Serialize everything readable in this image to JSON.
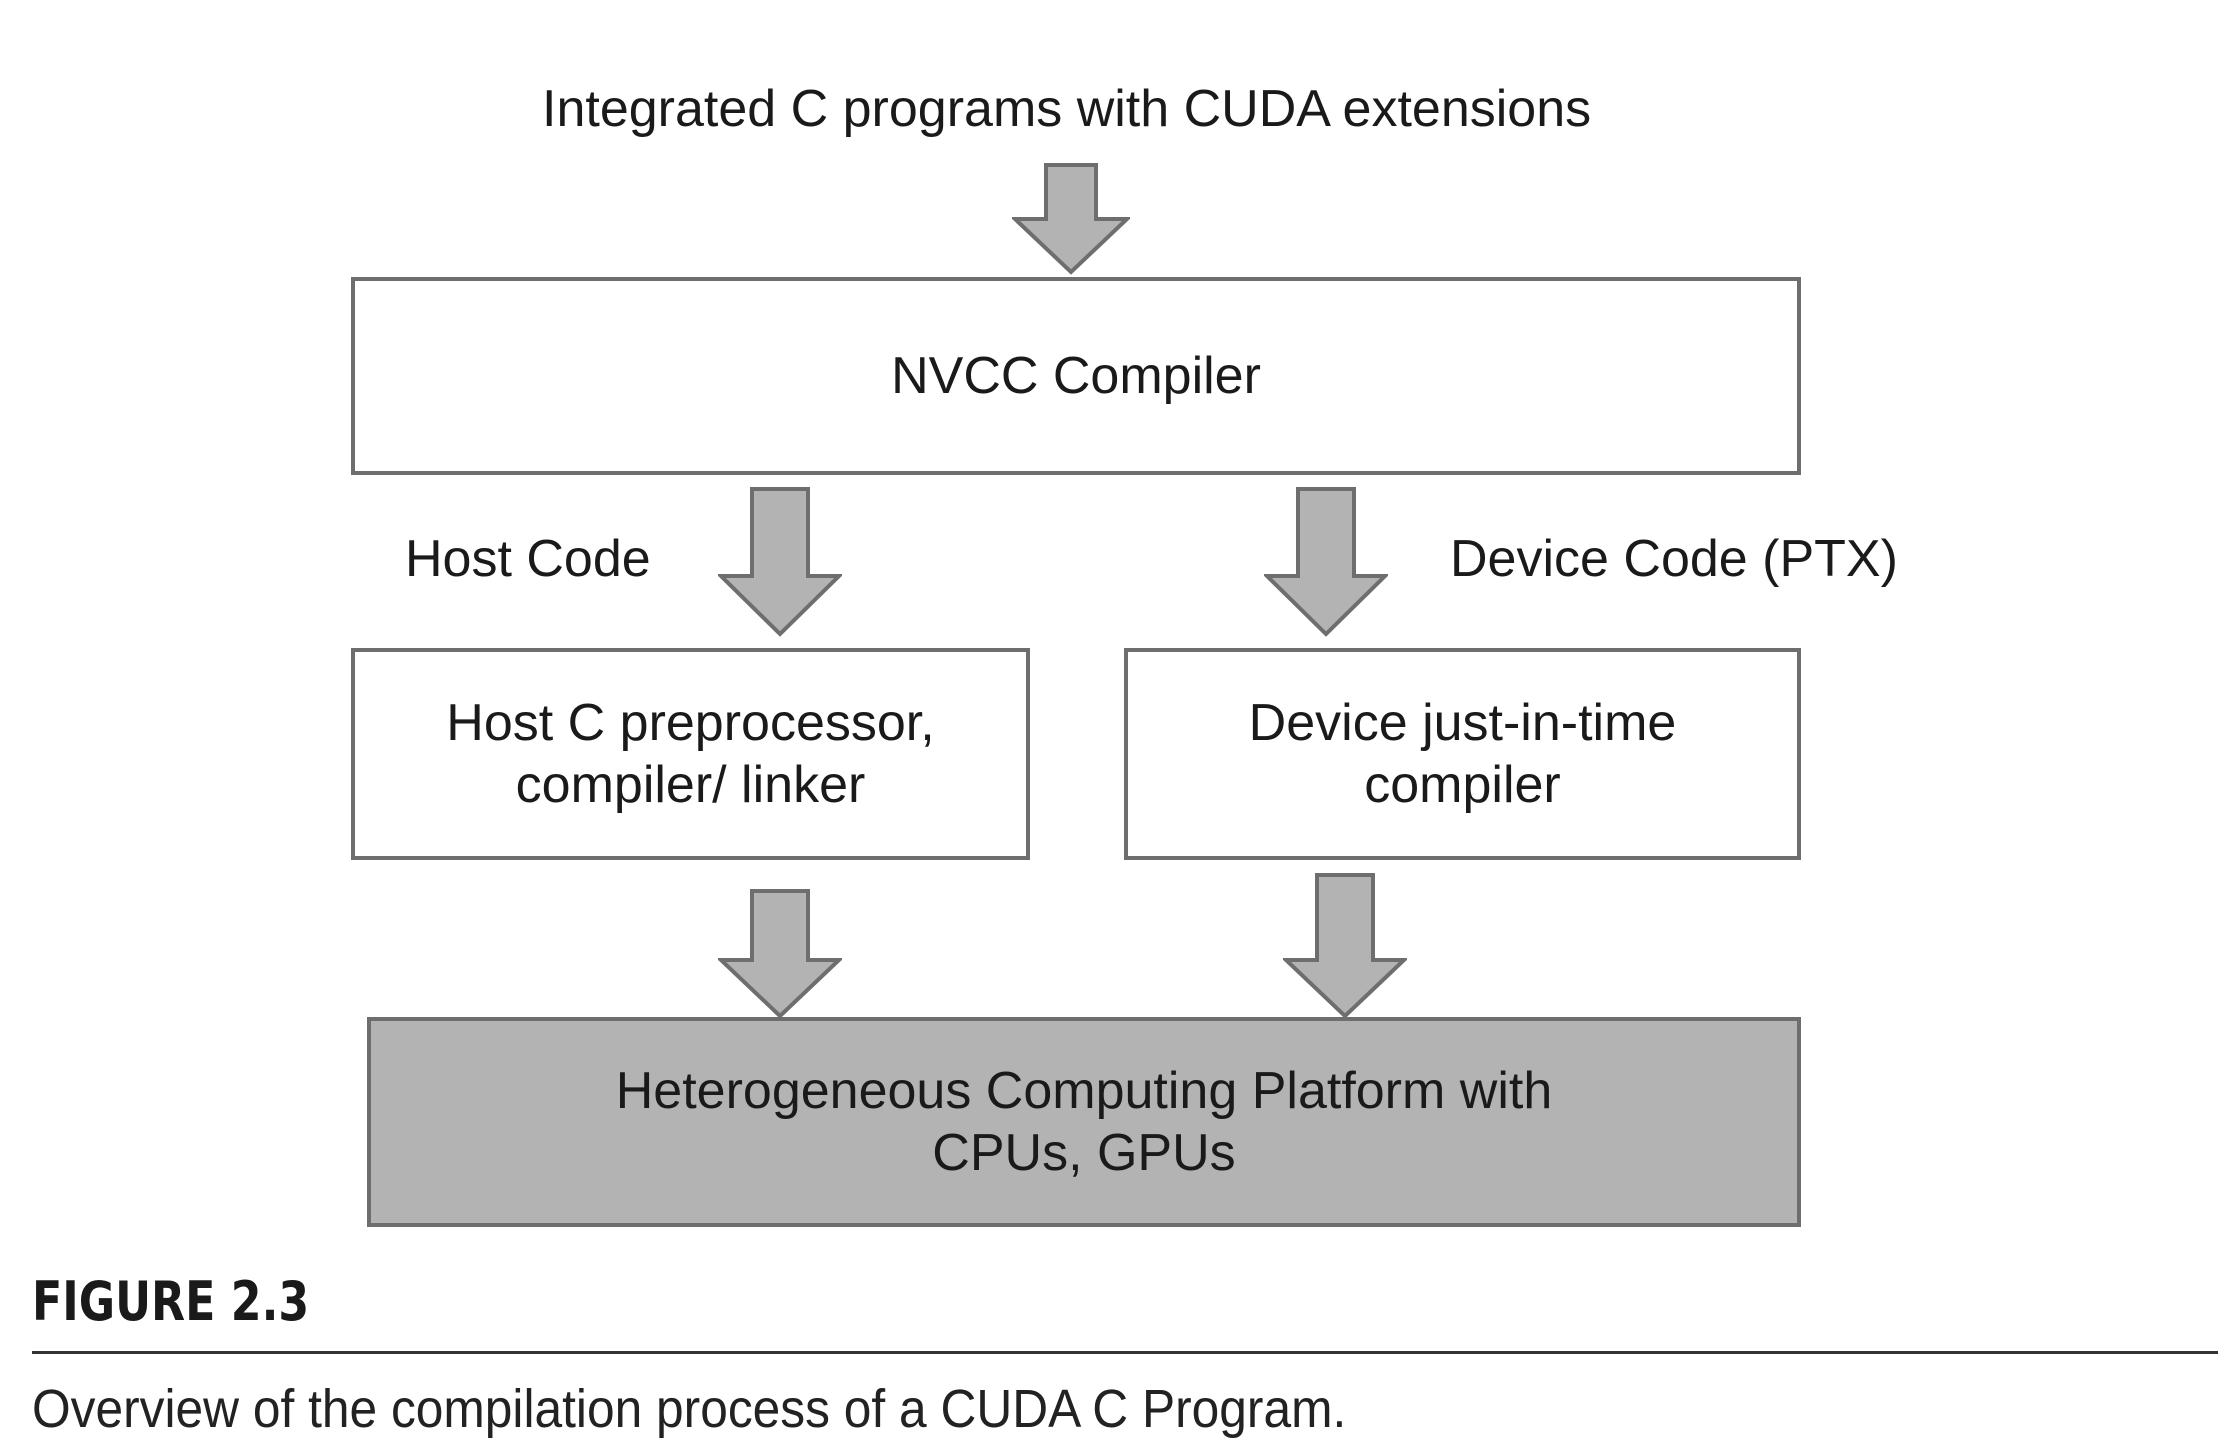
{
  "input_label": "Integrated C programs with CUDA extensions",
  "nvcc_box": "NVCC Compiler",
  "host_code_label": "Host Code",
  "device_code_label": "Device Code (PTX)",
  "host_box": "Host C preprocessor,\ncompiler/ linker",
  "device_box": "Device just-in-time\ncompiler",
  "platform_box": "Heterogeneous Computing Platform with\nCPUs, GPUs",
  "figure": {
    "title": "FIGURE 2.3",
    "caption": "Overview of the compilation process of a CUDA C Program."
  },
  "colors": {
    "arrow_fill": "#b3b3b3",
    "stroke": "#6e6e6e",
    "platform_fill": "#b3b3b3"
  }
}
